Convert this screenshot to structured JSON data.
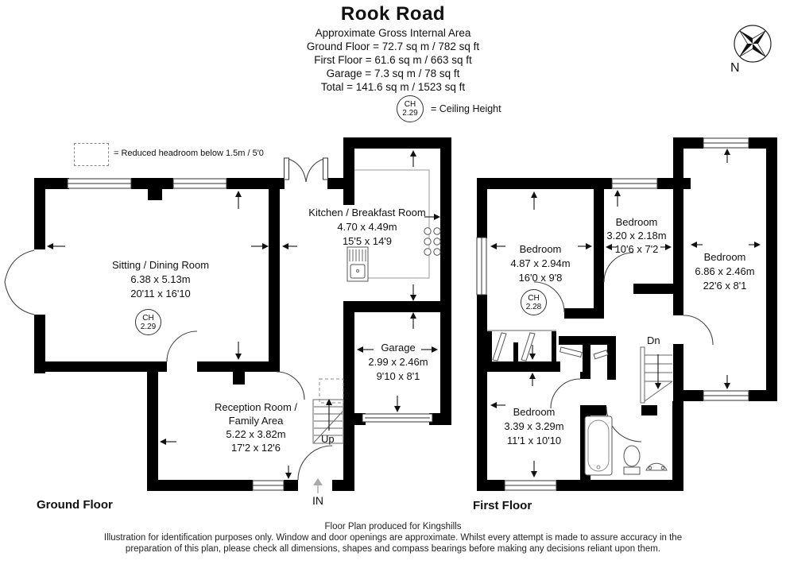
{
  "header": {
    "title": "Rook Road",
    "subtitle": "Approximate Gross Internal Area",
    "areas": [
      "Ground Floor = 72.7 sq m / 782 sq ft",
      "First Floor = 61.6 sq m / 663 sq ft",
      "Garage = 7.3 sq m / 78 sq ft",
      "Total = 141.6 sq m / 1523 sq ft"
    ],
    "ceiling_legend": {
      "ch": "CH",
      "value": "2.29",
      "text": "= Ceiling Height"
    }
  },
  "compass": {
    "label": "N"
  },
  "legend": {
    "reduced_headroom": "= Reduced headroom below 1.5m / 5'0"
  },
  "ground_floor": {
    "title": "Ground Floor",
    "rooms": {
      "sitting": {
        "name": "Sitting / Dining Room",
        "metric": "6.38 x 5.13m",
        "imperial": "20'11 x 16'10"
      },
      "kitchen": {
        "name": "Kitchen / Breakfast Room",
        "metric": "4.70 x 4.49m",
        "imperial": "15'5 x 14'9"
      },
      "garage": {
        "name": "Garage",
        "metric": "2.99 x 2.46m",
        "imperial": "9'10 x 8'1"
      },
      "reception": {
        "name_line1": "Reception Room /",
        "name_line2": "Family Area",
        "metric": "5.22 x 3.82m",
        "imperial": "17'2 x 12'6"
      }
    },
    "ceiling_height": {
      "ch": "CH",
      "value": "2.29"
    },
    "stairs_label": "Up",
    "entrance_label": "IN"
  },
  "first_floor": {
    "title": "First Floor",
    "rooms": {
      "bedroom_front": {
        "name": "Bedroom",
        "metric": "4.87 x 2.94m",
        "imperial": "16'0 x 9'8"
      },
      "bedroom_middle": {
        "name": "Bedroom",
        "metric": "3.20 x 2.18m",
        "imperial": "10'6 x 7'2"
      },
      "bedroom_right": {
        "name": "Bedroom",
        "metric": "6.86 x 2.46m",
        "imperial": "22'6 x 8'1"
      },
      "bedroom_back": {
        "name": "Bedroom",
        "metric": "3.39 x 3.29m",
        "imperial": "11'1 x 10'10"
      }
    },
    "ceiling_height": {
      "ch": "CH",
      "value": "2.28"
    },
    "stairs_label": "Dn"
  },
  "footer": {
    "line1": "Floor Plan produced for Kingshills",
    "line2": "Illustration for identification purposes only. Window and door openings are approximate. Whilst every attempt is made to assure accuracy in the",
    "line3": "preparation of this plan, please check all dimensions, shapes and compass bearings before making any decisions reliant upon them."
  },
  "colors": {
    "wall": "#000000",
    "text": "#111111",
    "thin_line": "#666666",
    "counter_line": "#999999"
  }
}
